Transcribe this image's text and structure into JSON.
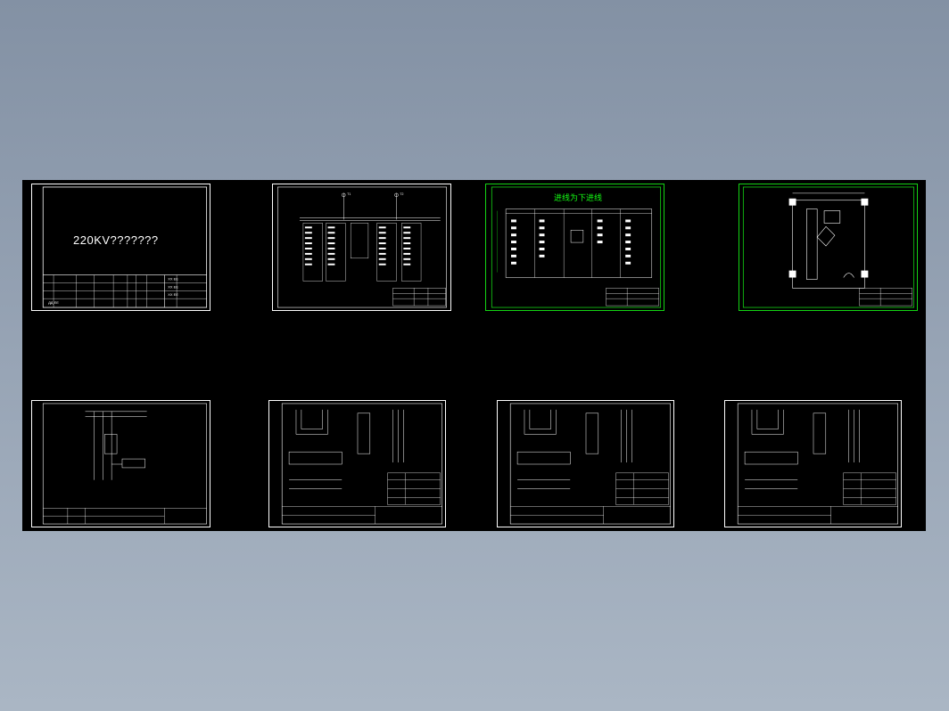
{
  "window": {
    "background": "dark-blue-grey gradient",
    "model_space_color": "#000000"
  },
  "sheets": [
    {
      "id": "s1",
      "kind": "cover",
      "title_text": "220KV???????",
      "stroke": "#ffffff"
    },
    {
      "id": "s2",
      "kind": "single-line-diagram",
      "stroke": "#ffffff"
    },
    {
      "id": "s3",
      "kind": "panel-layout",
      "title_text": "进线为下进线",
      "stroke": "#14d414"
    },
    {
      "id": "s4",
      "kind": "room-layout",
      "stroke": "#14d414"
    },
    {
      "id": "s5",
      "kind": "wiring-diagram",
      "stroke": "#ffffff"
    },
    {
      "id": "s6",
      "kind": "control-circuit",
      "stroke": "#ffffff"
    },
    {
      "id": "s7",
      "kind": "control-circuit",
      "stroke": "#ffffff"
    },
    {
      "id": "s8",
      "kind": "control-circuit",
      "stroke": "#ffffff"
    }
  ]
}
